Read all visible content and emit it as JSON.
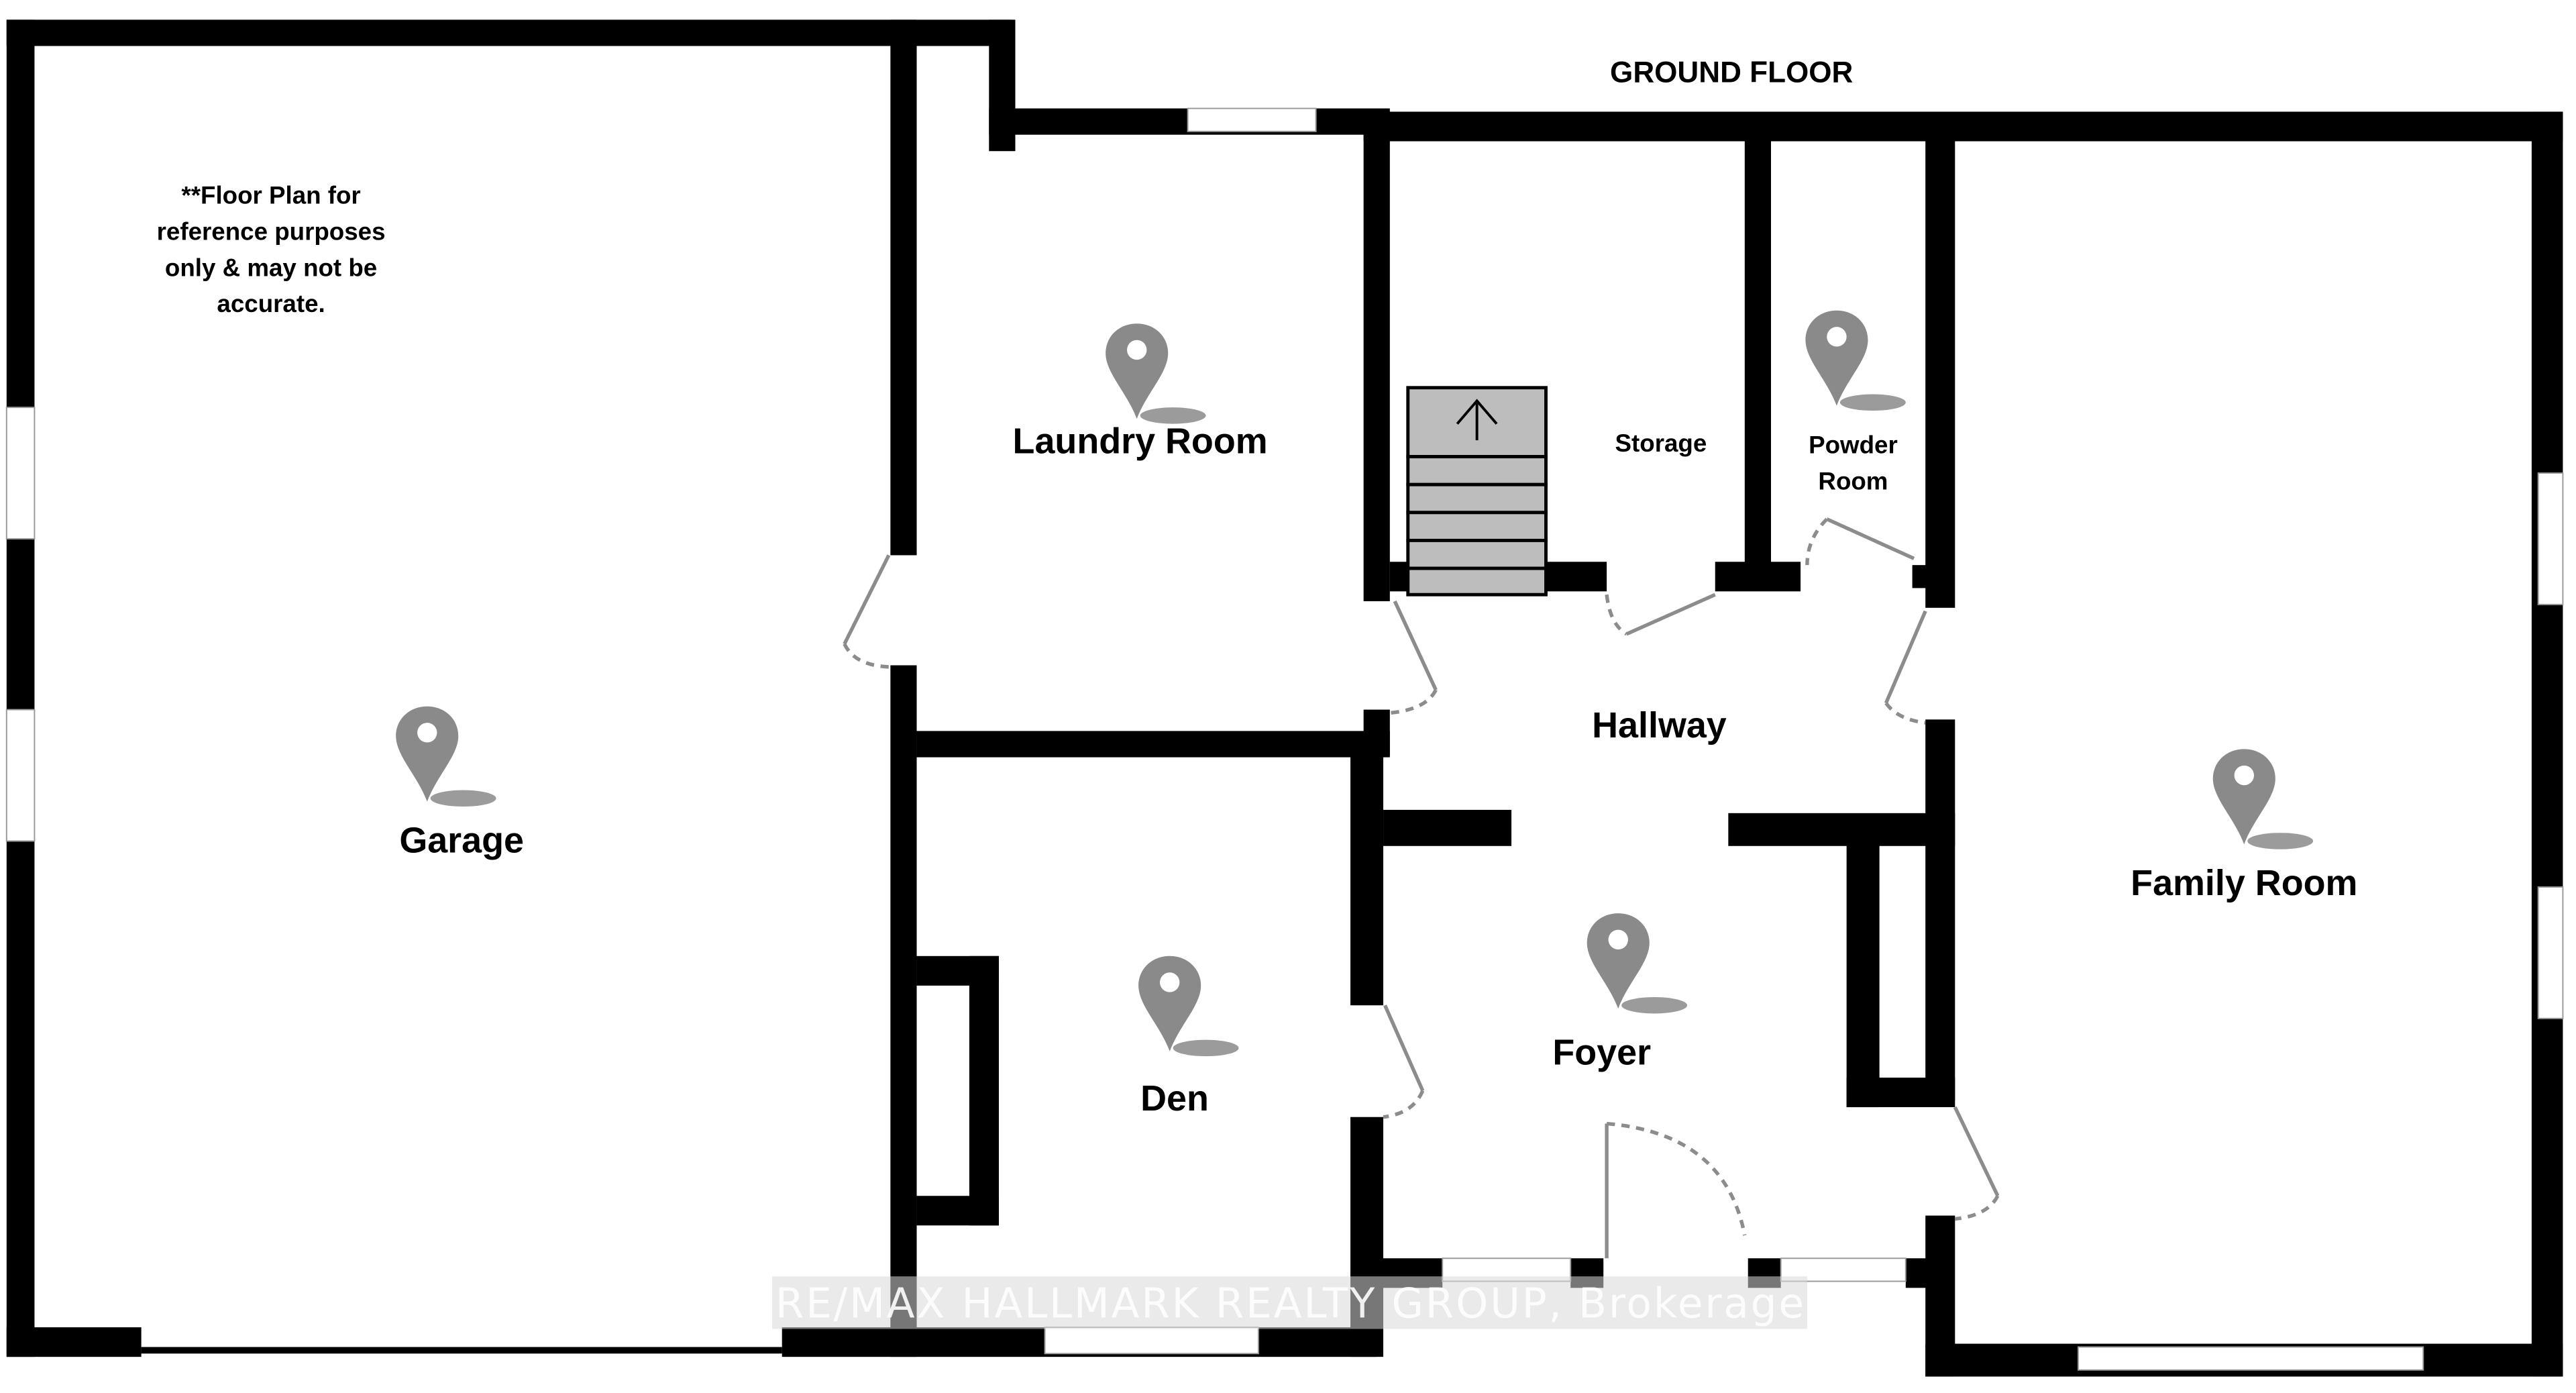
{
  "floor_plan": {
    "title": "GROUND FLOOR",
    "disclaimer": {
      "line1": "**Floor Plan for",
      "line2": "reference purposes",
      "line3": "only & may not be",
      "line4": "accurate."
    },
    "rooms": {
      "garage": "Garage",
      "laundry": "Laundry Room",
      "storage": "Storage",
      "powder_line1": "Powder",
      "powder_line2": "Room",
      "hallway": "Hallway",
      "family": "Family Room",
      "den": "Den",
      "foyer": "Foyer"
    },
    "stairs": {
      "direction": "up",
      "icon": "arrow-up-icon"
    },
    "markers": {
      "icon": "map-pin-icon",
      "color": "#8a8a8a"
    },
    "watermark": "RE/MAX HALLMARK REALTY GROUP, Brokerage",
    "colors": {
      "wall": "#000000",
      "background": "#ffffff",
      "stairs": "#bdbdbd",
      "door": "#8c8c8c"
    }
  }
}
